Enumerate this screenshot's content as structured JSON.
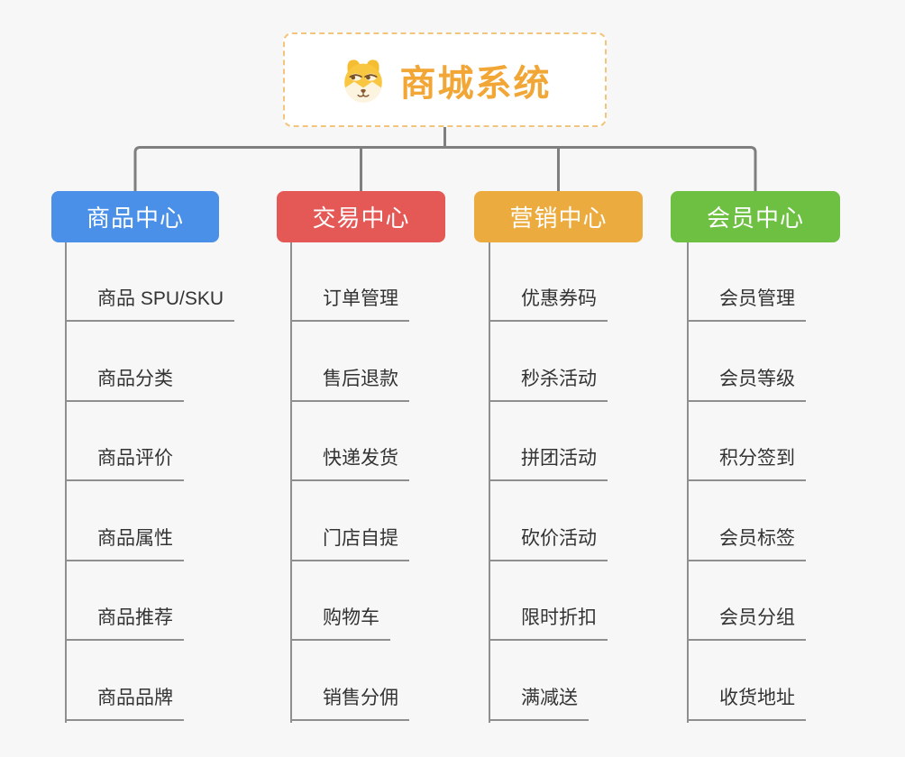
{
  "root": {
    "title": "商城系统",
    "icon": "dog-face-icon"
  },
  "branches": [
    {
      "id": "product-center",
      "label": "商品中心",
      "color": "#4b90e8",
      "children": [
        "商品 SPU/SKU",
        "商品分类",
        "商品评价",
        "商品属性",
        "商品推荐",
        "商品品牌"
      ]
    },
    {
      "id": "trade-center",
      "label": "交易中心",
      "color": "#e45955",
      "children": [
        "订单管理",
        "售后退款",
        "快递发货",
        "门店自提",
        "购物车",
        "销售分佣"
      ]
    },
    {
      "id": "marketing-center",
      "label": "营销中心",
      "color": "#ecab3e",
      "children": [
        "优惠券码",
        "秒杀活动",
        "拼团活动",
        "砍价活动",
        "限时折扣",
        "满减送"
      ]
    },
    {
      "id": "member-center",
      "label": "会员中心",
      "color": "#6ec043",
      "children": [
        "会员管理",
        "会员等级",
        "积分签到",
        "会员标签",
        "会员分组",
        "收货地址"
      ]
    }
  ],
  "colors": {
    "background": "#f7f7f7",
    "root_text": "#f1a636",
    "root_border": "#f2c57d",
    "connector": "#7f7f7f",
    "leaf_line": "#8f8f8f",
    "leaf_text": "#333333"
  }
}
